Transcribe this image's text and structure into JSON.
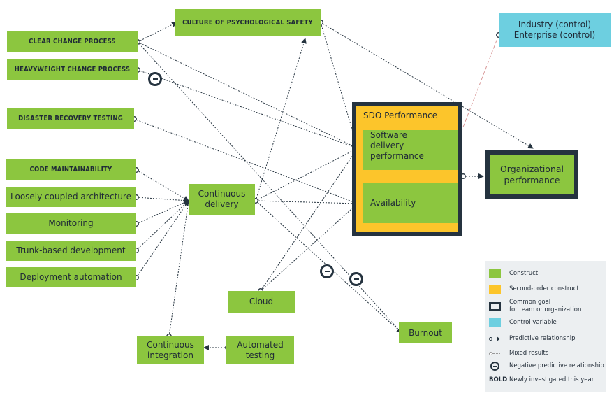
{
  "nodes": {
    "clear_change": "CLEAR CHANGE PROCESS",
    "heavyweight_change": "HEAVYWEIGHT CHANGE PROCESS",
    "disaster_recovery": "DISASTER RECOVERY TESTING",
    "code_maintainability": "CODE MAINTAINABILITY",
    "loosely_coupled": "Loosely coupled architecture",
    "monitoring": "Monitoring",
    "trunk_based": "Trunk-based development",
    "deployment_automation": "Deployment automation",
    "culture": "CULTURE OF PSYCHOLOGICAL SAFETY",
    "continuous_delivery_1": "Continuous",
    "continuous_delivery_2": "delivery",
    "cloud": "Cloud",
    "continuous_integration_1": "Continuous",
    "continuous_integration_2": "integration",
    "automated_testing_1": "Automated",
    "automated_testing_2": "testing",
    "sdo_title": "SDO Performance",
    "software_delivery_1": "Software",
    "software_delivery_2": "delivery",
    "software_delivery_3": "performance",
    "availability": "Availability",
    "organizational_1": "Organizational",
    "organizational_2": "performance",
    "burnout": "Burnout",
    "control_1": "Industry (control)",
    "control_2": "Enterprise (control)"
  },
  "legend": {
    "construct": "Construct",
    "second_order": "Second-order construct",
    "common_goal_1": "Common goal",
    "common_goal_2": "for team or organization",
    "control_variable": "Control variable",
    "predictive": "Predictive relationship",
    "mixed": "Mixed results",
    "negative": "Negative predictive relationship",
    "bold_key": "BOLD",
    "bold_desc": "Newly investigated this year"
  },
  "colors": {
    "construct": "#8cc63f",
    "second_order": "#fcc52b",
    "common_goal_border": "#25333f",
    "control": "#6dcfe0",
    "line": "#25333f",
    "mixed_line": "#d99a9a"
  }
}
